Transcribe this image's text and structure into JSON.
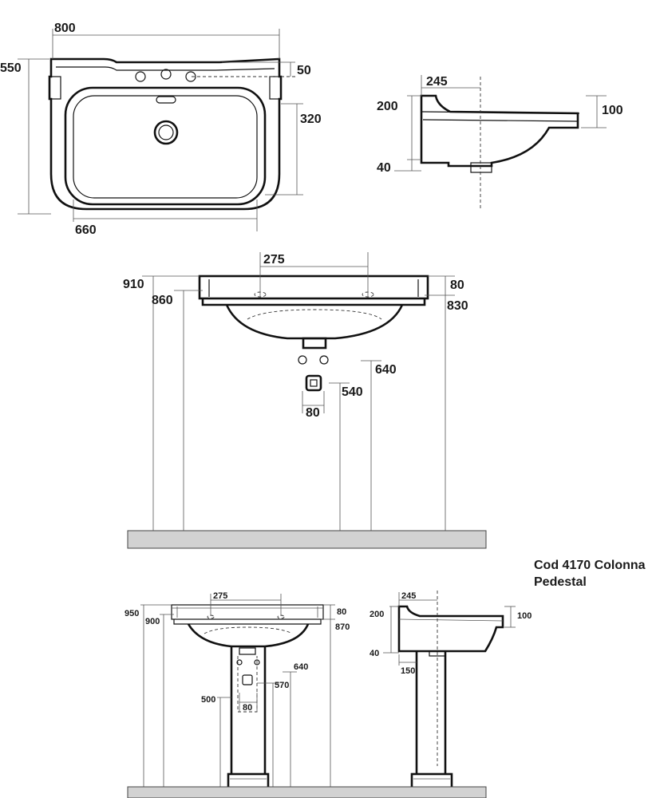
{
  "top_plan": {
    "width": "800",
    "height": "550",
    "tap_offset": "50",
    "bowl_depth": "320",
    "bowl_width": "660"
  },
  "top_side": {
    "depth": "245",
    "top_height": "200",
    "rim_height": "100",
    "bottom_height": "40"
  },
  "wall_front": {
    "tap_spacing": "275",
    "total_height": "910",
    "rim_height": "860",
    "rim_thickness": "80",
    "rim_lower": "830",
    "drain_height": "640",
    "waste_height": "540",
    "waste_width": "80"
  },
  "caption": {
    "code_line": "Cod 4170 Colonna",
    "name_line": "Pedestal"
  },
  "pedestal_front": {
    "tap_spacing": "275",
    "total_height": "950",
    "rim_height": "900",
    "rim_thickness": "80",
    "rim_lower": "870",
    "drain_height": "640",
    "waste_height": "570",
    "left_height": "500",
    "waste_width": "80"
  },
  "pedestal_side": {
    "depth": "245",
    "top_height": "200",
    "rim_height": "100",
    "bottom_height": "40",
    "column_offset": "150"
  }
}
